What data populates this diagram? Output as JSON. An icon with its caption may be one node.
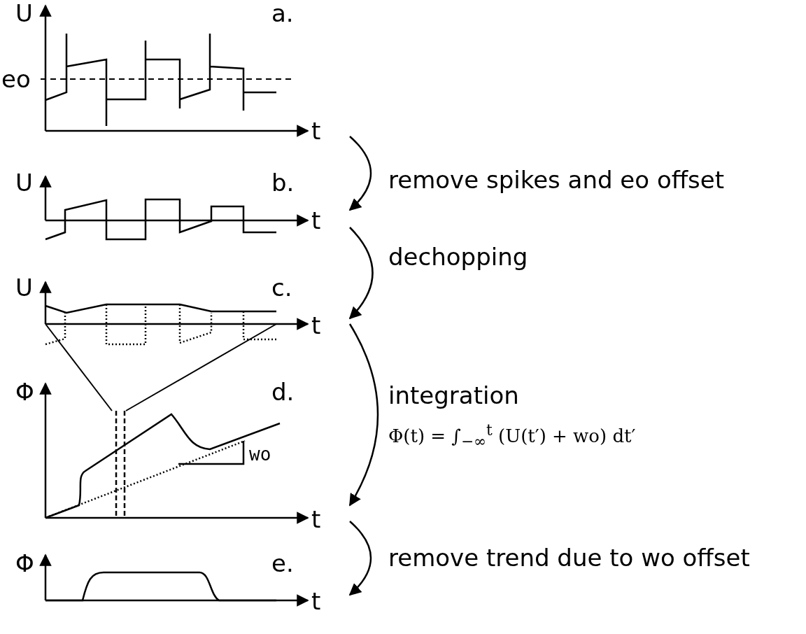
{
  "diagram": {
    "nodes": [
      {
        "text": [
          "U",
          "a.",
          "eo",
          "t"
        ]
      },
      {
        "text": [
          "U",
          "b.",
          "t"
        ]
      },
      {
        "text": [
          "U",
          "c.",
          "t"
        ]
      },
      {
        "text": [
          "Φ",
          "d.",
          "wo",
          "t"
        ]
      },
      {
        "text": [
          "Φ",
          "e.",
          "t"
        ]
      }
    ],
    "edges": [
      {
        "from": 0,
        "to": 1,
        "arrow": "to",
        "label": "remove spikes and eo offset"
      },
      {
        "from": 1,
        "to": 2,
        "arrow": "to",
        "label": "dechopping"
      },
      {
        "from": 2,
        "to": 3,
        "arrow": "to",
        "label": "integration"
      },
      {
        "from": 3,
        "to": 4,
        "arrow": "to",
        "label": "remove trend due to wo offset"
      },
      {
        "from": 2,
        "to": 3,
        "arrow": "none"
      },
      {
        "from": 2,
        "to": 3,
        "arrow": "none"
      }
    ],
    "labels": [
      "Φ(t) = ∫$_{−∞}$$^{t}$ (U(t′) + wo) dt′"
    ]
  }
}
